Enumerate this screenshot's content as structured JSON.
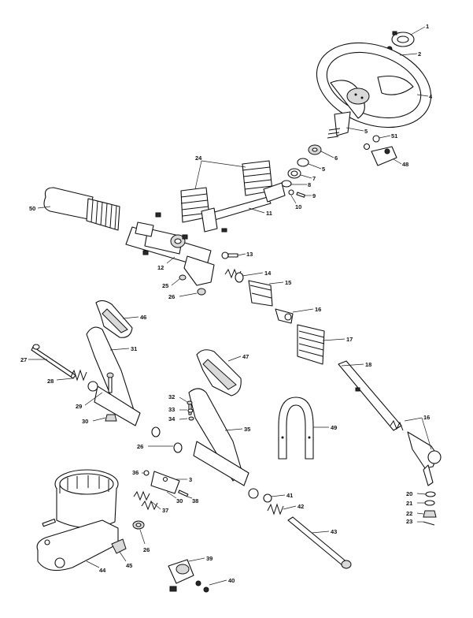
{
  "header": {
    "line1": "",
    "line2": ""
  },
  "diagram": {
    "callouts": [
      {
        "id": "c1",
        "label": "1"
      },
      {
        "id": "c2",
        "label": "2"
      },
      {
        "id": "c4",
        "label": "4"
      },
      {
        "id": "c5a",
        "label": "5"
      },
      {
        "id": "c51",
        "label": "51"
      },
      {
        "id": "c48",
        "label": "48"
      },
      {
        "id": "c6",
        "label": "6"
      },
      {
        "id": "c5b",
        "label": "5"
      },
      {
        "id": "c7",
        "label": "7"
      },
      {
        "id": "c8",
        "label": "8"
      },
      {
        "id": "c9",
        "label": "9"
      },
      {
        "id": "c10",
        "label": "10"
      },
      {
        "id": "c24",
        "label": "24"
      },
      {
        "id": "c50",
        "label": "50"
      },
      {
        "id": "c11",
        "label": "11"
      },
      {
        "id": "c13",
        "label": "13"
      },
      {
        "id": "c12",
        "label": "12"
      },
      {
        "id": "c14",
        "label": "14"
      },
      {
        "id": "c15",
        "label": "15"
      },
      {
        "id": "c25",
        "label": "25"
      },
      {
        "id": "c26a",
        "label": "26"
      },
      {
        "id": "c16a",
        "label": "16"
      },
      {
        "id": "c46",
        "label": "46"
      },
      {
        "id": "c17",
        "label": "17"
      },
      {
        "id": "c31",
        "label": "31"
      },
      {
        "id": "c27",
        "label": "27"
      },
      {
        "id": "c47",
        "label": "47"
      },
      {
        "id": "c18",
        "label": "18"
      },
      {
        "id": "c28",
        "label": "28"
      },
      {
        "id": "c29",
        "label": "29"
      },
      {
        "id": "c32",
        "label": "32"
      },
      {
        "id": "c33",
        "label": "33"
      },
      {
        "id": "c34",
        "label": "34"
      },
      {
        "id": "c30a",
        "label": "30"
      },
      {
        "id": "c49",
        "label": "49"
      },
      {
        "id": "c16b",
        "label": "16"
      },
      {
        "id": "c35",
        "label": "35"
      },
      {
        "id": "c26b",
        "label": "26"
      },
      {
        "id": "c36",
        "label": "36"
      },
      {
        "id": "c3",
        "label": "3"
      },
      {
        "id": "c30b",
        "label": "30"
      },
      {
        "id": "c38",
        "label": "38"
      },
      {
        "id": "c37",
        "label": "37"
      },
      {
        "id": "c41",
        "label": "41"
      },
      {
        "id": "c42",
        "label": "42"
      },
      {
        "id": "c20",
        "label": "20"
      },
      {
        "id": "c21",
        "label": "21"
      },
      {
        "id": "c22",
        "label": "22"
      },
      {
        "id": "c23",
        "label": "23"
      },
      {
        "id": "c43",
        "label": "43"
      },
      {
        "id": "c26c",
        "label": "26"
      },
      {
        "id": "c44",
        "label": "44"
      },
      {
        "id": "c45",
        "label": "45"
      },
      {
        "id": "c39",
        "label": "39"
      },
      {
        "id": "c40",
        "label": "40"
      }
    ]
  }
}
